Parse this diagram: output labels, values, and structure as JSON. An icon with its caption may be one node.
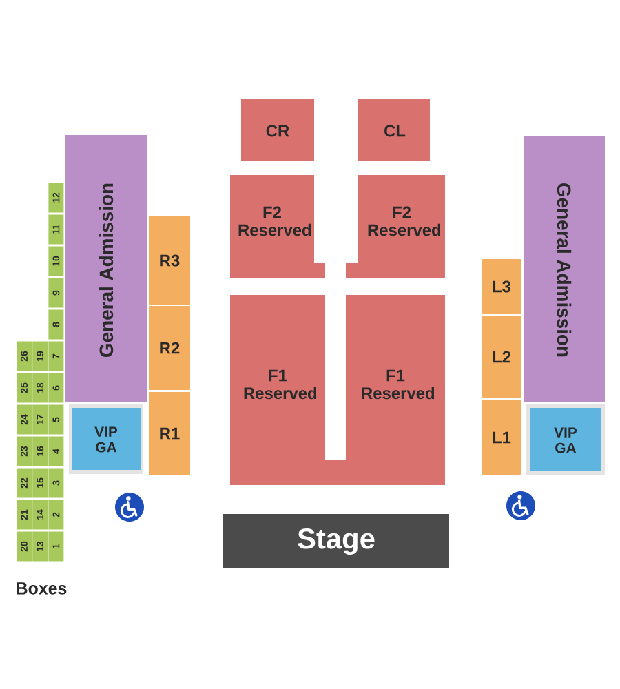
{
  "diagram": {
    "nodes": [
      {
        "text": [
          "CR"
        ]
      },
      {
        "text": [
          "CL"
        ]
      },
      {
        "text": [
          "F2 Reserved"
        ]
      },
      {
        "text": [
          "F2 Reserved"
        ]
      },
      {
        "text": [
          "F1 Reserved"
        ]
      },
      {
        "text": [
          "F1 Reserved"
        ]
      },
      {
        "text": [
          "Stage"
        ]
      },
      {
        "text": [
          "General Admission"
        ]
      },
      {
        "text": [
          "VIP GA"
        ]
      },
      {
        "text": [
          "R3"
        ]
      },
      {
        "text": [
          "R2"
        ]
      },
      {
        "text": [
          "R1"
        ]
      },
      {
        "text": [
          "General Admission"
        ]
      },
      {
        "text": [
          "VIP GA"
        ]
      },
      {
        "text": [
          "L3"
        ]
      },
      {
        "text": [
          "L2"
        ]
      },
      {
        "text": [
          "L1"
        ]
      },
      {
        "text": [
          "1"
        ]
      },
      {
        "text": [
          "2"
        ]
      },
      {
        "text": [
          "3"
        ]
      },
      {
        "text": [
          "4"
        ]
      },
      {
        "text": [
          "5"
        ]
      },
      {
        "text": [
          "6"
        ]
      },
      {
        "text": [
          "7"
        ]
      },
      {
        "text": [
          "8"
        ]
      },
      {
        "text": [
          "9"
        ]
      },
      {
        "text": [
          "10"
        ]
      },
      {
        "text": [
          "11"
        ]
      },
      {
        "text": [
          "12"
        ]
      },
      {
        "text": [
          "13"
        ]
      },
      {
        "text": [
          "14"
        ]
      },
      {
        "text": [
          "15"
        ]
      },
      {
        "text": [
          "16"
        ]
      },
      {
        "text": [
          "17"
        ]
      },
      {
        "text": [
          "18"
        ]
      },
      {
        "text": [
          "19"
        ]
      },
      {
        "text": [
          "20"
        ]
      },
      {
        "text": [
          "21"
        ]
      },
      {
        "text": [
          "22"
        ]
      },
      {
        "text": [
          "23"
        ]
      },
      {
        "text": [
          "24"
        ]
      },
      {
        "text": [
          "25"
        ]
      },
      {
        "text": [
          "26"
        ]
      }
    ],
    "labels": [
      "Boxes"
    ]
  }
}
